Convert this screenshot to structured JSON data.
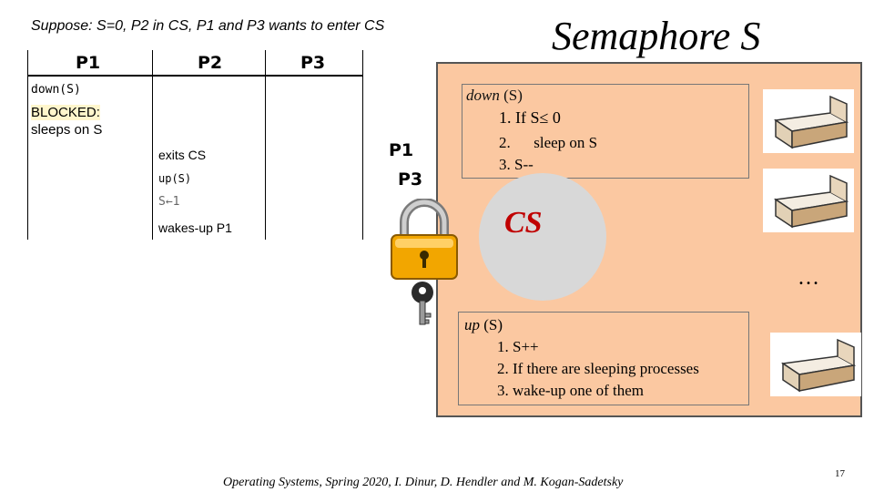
{
  "slide": {
    "scenario": "Suppose: S=0, P2 in CS, P1 and P3 wants to enter CS",
    "title": "Semaphore S",
    "footer": "Operating Systems, Spring 2020, I. Dinur, D. Hendler and M. Kogan-Sadetsky",
    "page_number": "17"
  },
  "table": {
    "headers": [
      "P1",
      "P2",
      "P3"
    ],
    "p1": {
      "down": "down(S)",
      "blocked": "BLOCKED:",
      "sleeps": "sleeps on S"
    },
    "p2": {
      "exits": "exits CS",
      "up": "up(S)",
      "assign": "S←1",
      "wakes": "wakes-up P1"
    }
  },
  "queue": {
    "first": "P1",
    "second": "P3"
  },
  "semaphore": {
    "down_title_italic": "down",
    "down_title_rest": " (S)",
    "down_steps": [
      "1. If S≤ 0",
      "2.      sleep on S",
      "3. S--"
    ],
    "cs_label": "CS",
    "ellipsis": "…",
    "up_title_italic": "up",
    "up_title_rest": " (S)",
    "up_steps": [
      "1. S++",
      "2. If there are sleeping processes",
      "3. wake-up one of them"
    ]
  },
  "colors": {
    "panel": "#fbc8a1",
    "cs_text": "#c00000",
    "blocked_highlight": "#fff6cc",
    "lock_body": "#f2a600"
  },
  "icons": [
    "padlock-icon",
    "key-icon",
    "bed-icon"
  ]
}
